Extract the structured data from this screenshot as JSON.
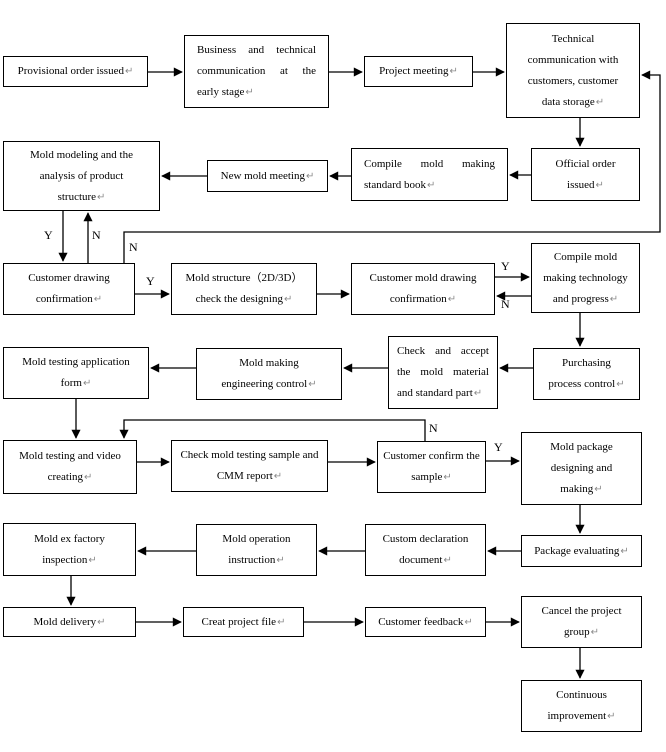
{
  "page": {
    "background": "#ffffff",
    "line_color": "#000000",
    "return_mark": "↵"
  },
  "flowchart": {
    "boxes": [
      {
        "id": "provisional-order-issued",
        "label": "Provisional order issued"
      },
      {
        "id": "business-technical-communication",
        "label": "Business and technical communication at the early stage"
      },
      {
        "id": "project-meeting",
        "label": "Project meeting"
      },
      {
        "id": "technical-communication-customers",
        "label": "Technical communication with customers, customer data storage"
      },
      {
        "id": "official-order-issued",
        "label": "Official order issued"
      },
      {
        "id": "compile-mold-making-standard-book",
        "label": "Compile mold making standard book"
      },
      {
        "id": "new-mold-meeting",
        "label": "New mold meeting"
      },
      {
        "id": "mold-modeling-analysis",
        "label": "Mold modeling and the analysis of product structure"
      },
      {
        "id": "customer-drawing-confirmation",
        "label": "Customer drawing confirmation"
      },
      {
        "id": "mold-structure-check-designing",
        "label": "Mold structure（2D/3D）check the designing"
      },
      {
        "id": "customer-mold-drawing-confirmation",
        "label": "Customer mold drawing confirmation"
      },
      {
        "id": "compile-technology-progress",
        "label": "Compile mold making technology and progress"
      },
      {
        "id": "purchasing-process-control",
        "label": "Purchasing process control"
      },
      {
        "id": "check-accept-mold-material",
        "label": "Check and accept the mold material and standard part"
      },
      {
        "id": "mold-making-engineering-control",
        "label": "Mold making engineering control"
      },
      {
        "id": "mold-testing-application-form",
        "label": "Mold testing application form"
      },
      {
        "id": "mold-testing-video-creating",
        "label": "Mold testing and video creating"
      },
      {
        "id": "check-mold-testing-sample",
        "label": "Check mold testing sample and CMM report"
      },
      {
        "id": "customer-confirm-sample",
        "label": "Customer confirm the sample"
      },
      {
        "id": "mold-package-designing-making",
        "label": "Mold package designing and making"
      },
      {
        "id": "package-evaluating",
        "label": "Package evaluating"
      },
      {
        "id": "custom-declaration-document",
        "label": "Custom declaration document"
      },
      {
        "id": "mold-operation-instruction",
        "label": "Mold operation instruction"
      },
      {
        "id": "mold-ex-factory-inspection",
        "label": "Mold ex factory inspection"
      },
      {
        "id": "mold-delivery",
        "label": "Mold delivery"
      },
      {
        "id": "creat-project-file",
        "label": "Creat project file"
      },
      {
        "id": "customer-feedback",
        "label": "Customer feedback"
      },
      {
        "id": "cancel-project-group",
        "label": "Cancel the project group"
      },
      {
        "id": "continuous-improvement",
        "label": "Continuous improvement"
      }
    ],
    "decision_labels": [
      {
        "id": "y-modeling-to-drawing",
        "text": "Y"
      },
      {
        "id": "n-drawing-to-modeling",
        "text": "N"
      },
      {
        "id": "n-drawing-to-communication",
        "text": "N"
      },
      {
        "id": "y-drawing-to-structure",
        "text": "Y"
      },
      {
        "id": "y-molddrawing-to-compile",
        "text": "Y"
      },
      {
        "id": "n-compile-to-molddrawing",
        "text": "N"
      },
      {
        "id": "n-confirm-to-testing",
        "text": "N"
      },
      {
        "id": "y-confirm-to-package",
        "text": "Y"
      }
    ]
  }
}
